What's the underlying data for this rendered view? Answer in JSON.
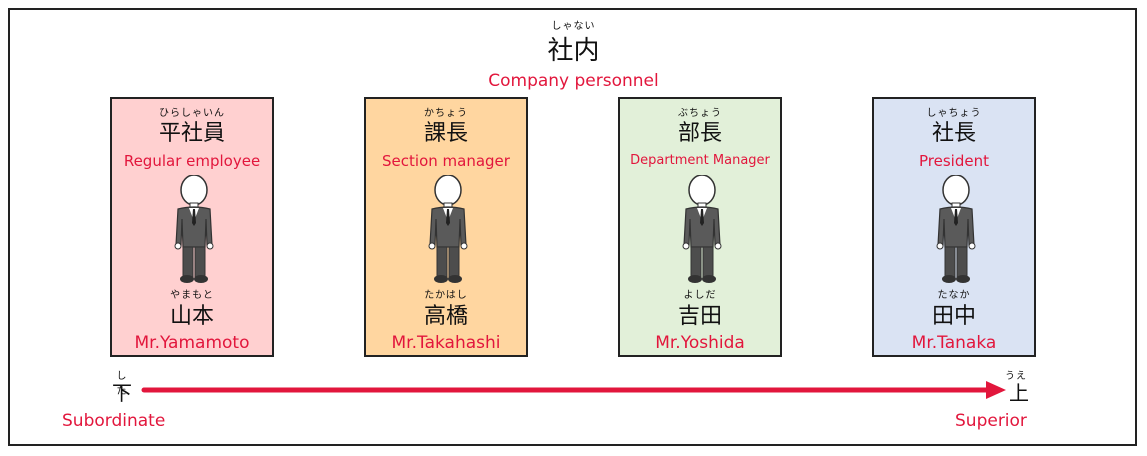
{
  "title": {
    "ruby": "しゃない",
    "kanji": "社内",
    "english": "Company personnel"
  },
  "cards": [
    {
      "role_ruby": "ひらしゃいん",
      "role": "平社員",
      "role_en": "Regular employee",
      "name_ruby": "やまもと",
      "name": "山本",
      "name_en": "Mr.Yamamoto",
      "color": "#ffd0d0"
    },
    {
      "role_ruby": "かちょう",
      "role": "課長",
      "role_en": "Section manager",
      "name_ruby": "たかはし",
      "name": "高橋",
      "name_en": "Mr.Takahashi",
      "color": "#ffd6a0"
    },
    {
      "role_ruby": "ぶちょう",
      "role": "部長",
      "role_en": "Department Manager",
      "name_ruby": "よしだ",
      "name": "吉田",
      "name_en": "Mr.Yoshida",
      "color": "#e2f0d9"
    },
    {
      "role_ruby": "しゃちょう",
      "role": "社長",
      "role_en": "President",
      "name_ruby": "たなか",
      "name": "田中",
      "name_en": "Mr.Tanaka",
      "color": "#dae3f3"
    }
  ],
  "scale": {
    "low": {
      "ruby": "した",
      "kanji": "下",
      "english": "Subordinate"
    },
    "high": {
      "ruby": "うえ",
      "kanji": "上",
      "english": "Superior"
    },
    "arrow_color": "#e2163c"
  },
  "icons": {
    "figure": "businessman-icon",
    "arrow": "arrow-right-icon"
  }
}
